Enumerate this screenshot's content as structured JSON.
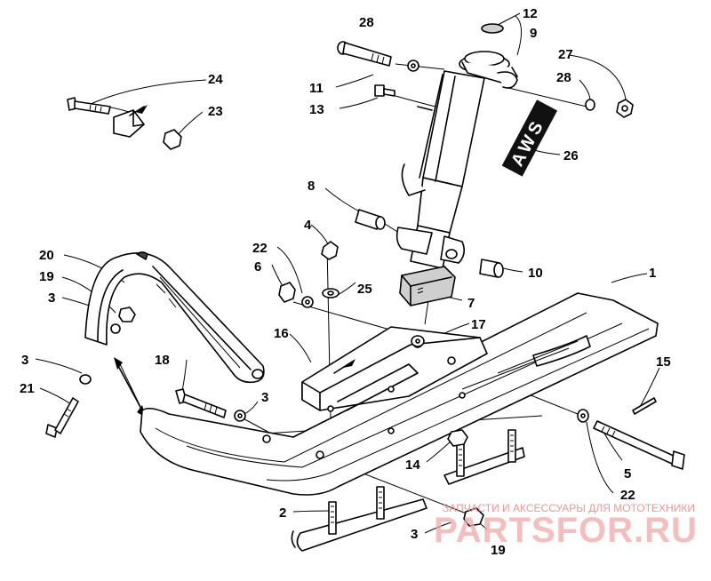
{
  "callouts": [
    {
      "n": "1"
    },
    {
      "n": "2"
    },
    {
      "n": "3"
    },
    {
      "n": "3"
    },
    {
      "n": "3"
    },
    {
      "n": "3"
    },
    {
      "n": "4"
    },
    {
      "n": "5"
    },
    {
      "n": "6"
    },
    {
      "n": "7"
    },
    {
      "n": "8"
    },
    {
      "n": "9"
    },
    {
      "n": "10"
    },
    {
      "n": "11"
    },
    {
      "n": "12"
    },
    {
      "n": "13"
    },
    {
      "n": "14"
    },
    {
      "n": "15"
    },
    {
      "n": "16"
    },
    {
      "n": "17"
    },
    {
      "n": "18"
    },
    {
      "n": "19"
    },
    {
      "n": "19"
    },
    {
      "n": "20"
    },
    {
      "n": "21"
    },
    {
      "n": "22"
    },
    {
      "n": "22"
    },
    {
      "n": "23"
    },
    {
      "n": "24"
    },
    {
      "n": "25"
    },
    {
      "n": "26"
    },
    {
      "n": "27"
    },
    {
      "n": "28"
    },
    {
      "n": "28"
    }
  ],
  "shock_logo": "AWS",
  "watermark": {
    "tagline": "ЗАПЧАСТИ И АКСЕССУАРЫ ДЛЯ МОТОТЕХНИКИ",
    "brand": "PARTSFOR.RU",
    "color": "#f2a8a8"
  }
}
